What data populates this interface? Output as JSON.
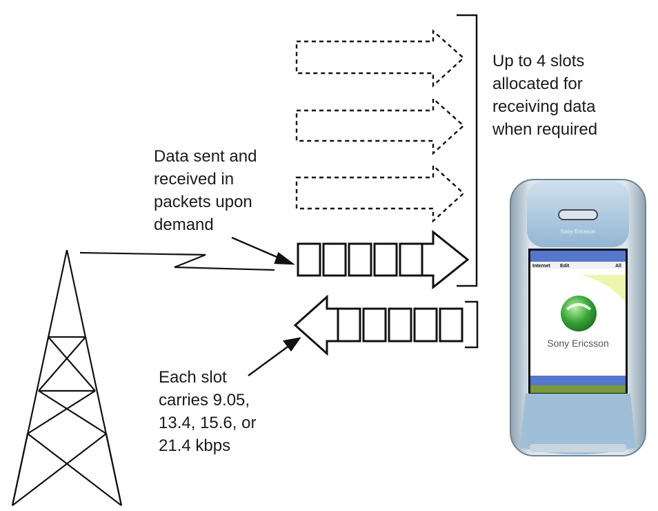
{
  "labels": {
    "uplink_slots": "Up to 4 slots\nallocated for\nreceiving data\nwhen required",
    "packets": "Data sent and\nreceived in\npackets upon\ndemand",
    "slot_rates": "Each slot\ncarries 9.05,\n13.4, 15.6, or\n21.4 kbps"
  },
  "phone": {
    "brand_top": "Sony Ericsson",
    "menu_left": "Internet",
    "menu_mid": "Edit",
    "menu_right": "All",
    "logo_text": "Sony Ericsson"
  },
  "colors": {
    "phone_body": "#c9d6e0",
    "phone_blue": "#9fbfd8",
    "screen_bar": "#5577cc",
    "logo_green": "#3aa63a"
  }
}
